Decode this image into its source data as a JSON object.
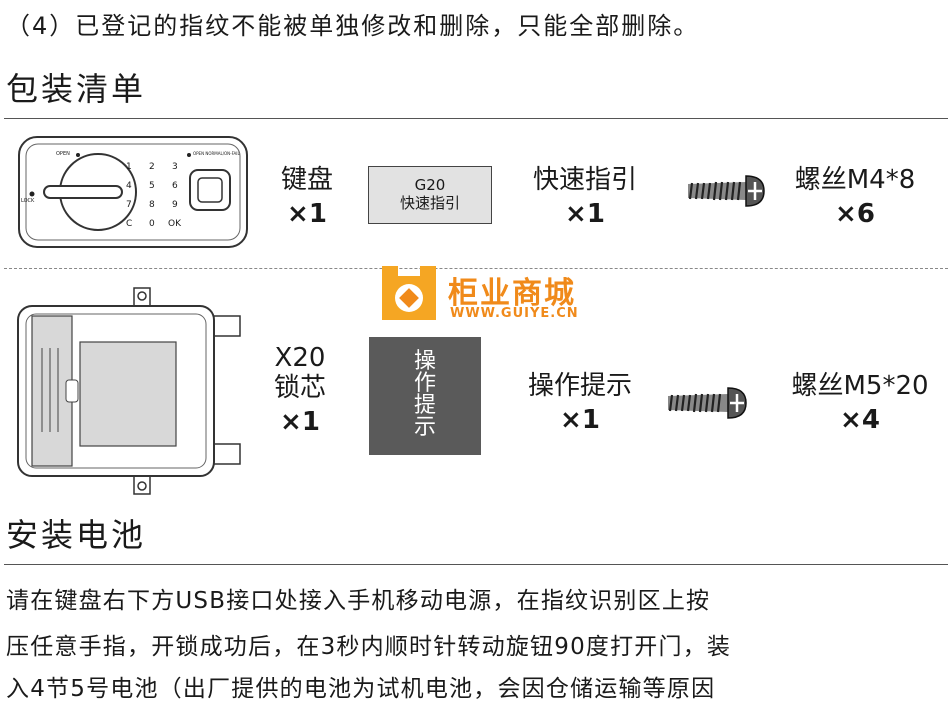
{
  "note": "（4）已登记的指纹不能被单独修改和删除，只能全部删除。",
  "section_packing": "包装清单",
  "section_battery": "安装电池",
  "keypad": {
    "open_label": "OPEN",
    "lock_label": "LOCK",
    "mode_label": "OPEN NORMAL/ON-FAIL",
    "keys": [
      "1",
      "2",
      "3",
      "4",
      "5",
      "6",
      "7",
      "8",
      "9",
      "C",
      "0",
      "OK"
    ]
  },
  "items": [
    {
      "name": "键盘",
      "qty": "×1"
    },
    {
      "name": "快速指引",
      "qty": "×1"
    },
    {
      "name": "螺丝M4*8",
      "qty": "×6"
    },
    {
      "name_line1": "X20",
      "name_line2": "锁芯",
      "qty": "×1"
    },
    {
      "name": "操作提示",
      "qty": "×1"
    },
    {
      "name": "螺丝M5*20",
      "qty": "×4"
    }
  ],
  "guide_card": {
    "line1": "G20",
    "line2": "快速指引"
  },
  "tips_card": {
    "chars": [
      "操",
      "作",
      "提",
      "示"
    ]
  },
  "watermark": {
    "title": "柜业商城",
    "url": "WWW.GUIYE.CN"
  },
  "paragraph": [
    "请在键盘右下方USB接口处接入手机移动电源，在指纹识别区上按",
    "压任意手指，开锁成功后，在3秒内顺时针转动旋钮90度打开门，装",
    "入4节5号电池（出厂提供的电池为试机电池，会因仓储运输等原因"
  ]
}
